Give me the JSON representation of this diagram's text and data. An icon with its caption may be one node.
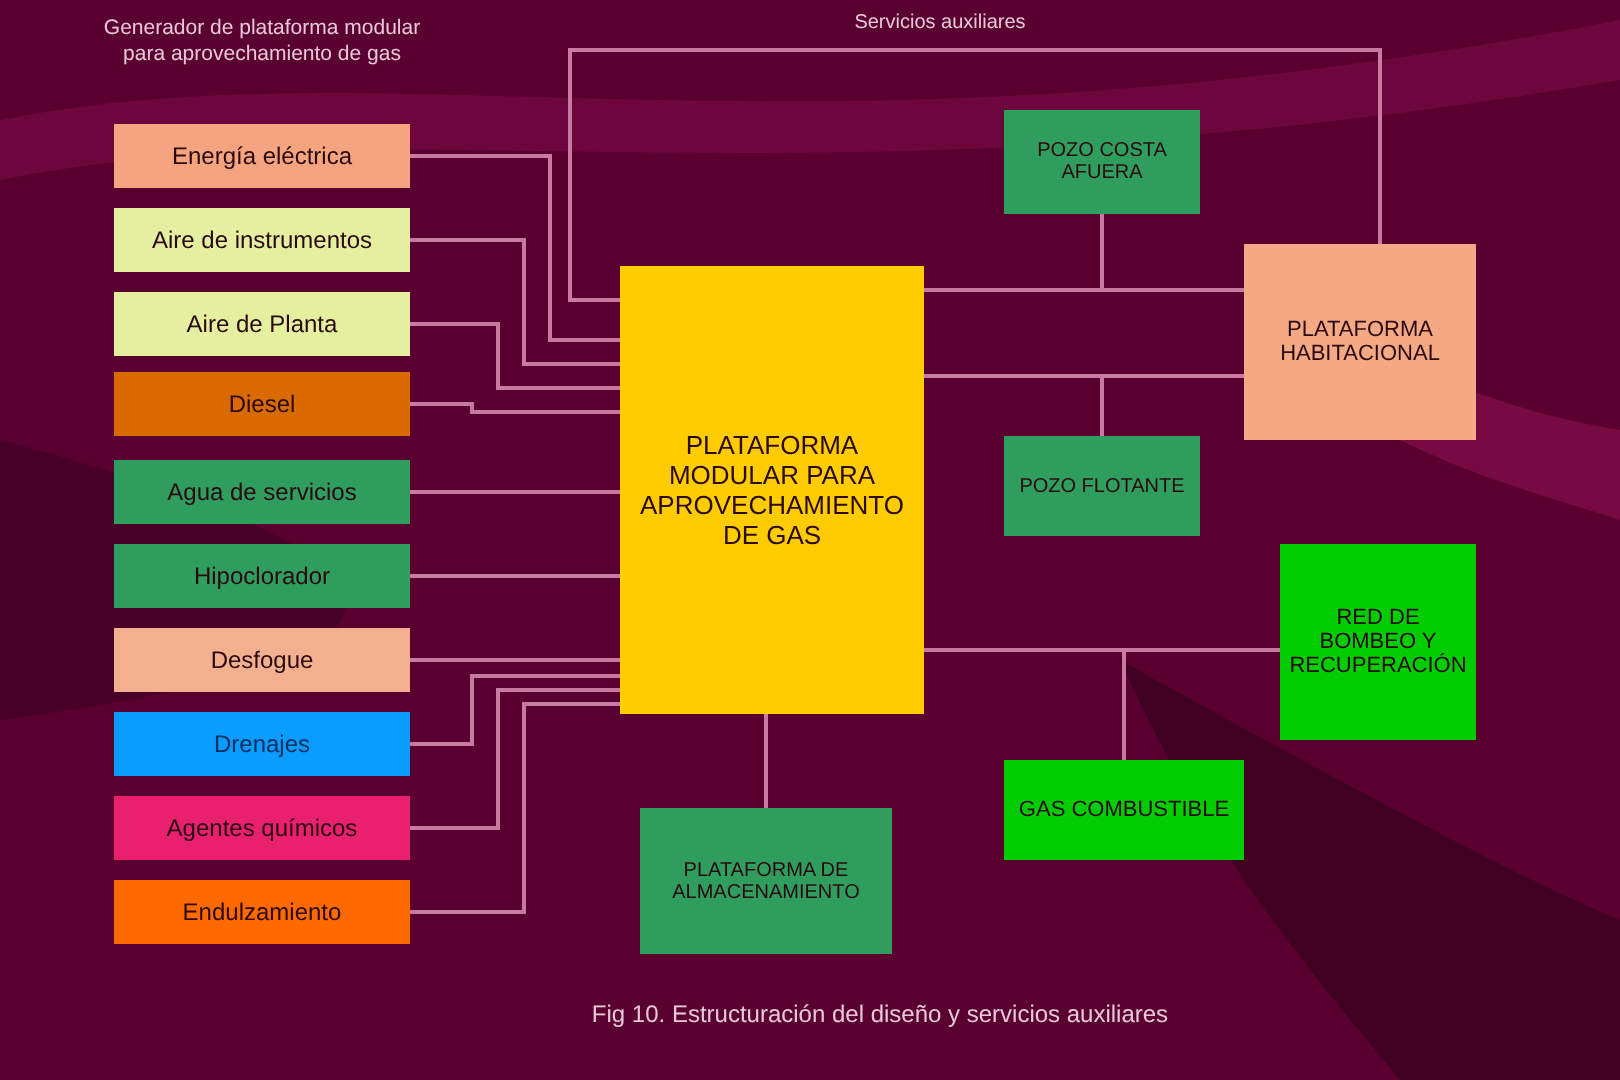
{
  "diagram": {
    "caption": "Fig 10. Estructuración del diseño y servicios auxiliares",
    "nodes": [
      {
        "text": [
          "Energía eléctrica"
        ]
      },
      {
        "text": [
          "Aire de instrumentos"
        ]
      },
      {
        "text": [
          "Aire de Planta"
        ]
      },
      {
        "text": [
          "Diesel"
        ]
      },
      {
        "text": [
          "Agua de servicios"
        ]
      },
      {
        "text": [
          "Hipoclorador"
        ]
      },
      {
        "text": [
          "Desfogue"
        ]
      },
      {
        "text": [
          "Drenajes"
        ]
      },
      {
        "text": [
          "Agentes químicos"
        ]
      },
      {
        "text": [
          "Endulzamiento"
        ]
      },
      {
        "text": [
          "POZO COSTA AFUERA"
        ]
      },
      {
        "text": [
          "PLATAFORMA MODULAR PARA APROVECHAMIENTO DE GAS"
        ]
      },
      {
        "text": [
          "PLATAFORMA HABITACIONAL"
        ]
      },
      {
        "text": [
          "POZO FLOTANTE"
        ]
      },
      {
        "text": [
          "RED DE BOMBEO Y RECUPERACIÓN"
        ]
      },
      {
        "text": [
          "GAS COMBUSTIBLE"
        ]
      },
      {
        "text": [
          "PLATAFORMA DE ALMACENAMIENTO"
        ]
      }
    ],
    "edges": [
      {
        "from": 0,
        "to": 11,
        "arrow": "none"
      },
      {
        "from": 1,
        "to": 11,
        "arrow": "none"
      },
      {
        "from": 2,
        "to": 11,
        "arrow": "none"
      },
      {
        "from": 3,
        "to": 11,
        "arrow": "none"
      },
      {
        "from": 4,
        "to": 11,
        "arrow": "none"
      },
      {
        "from": 5,
        "to": 11,
        "arrow": "none"
      },
      {
        "from": 6,
        "to": 11,
        "arrow": "none"
      },
      {
        "from": 7,
        "to": 11,
        "arrow": "none"
      },
      {
        "from": 8,
        "to": 11,
        "arrow": "none"
      },
      {
        "from": 9,
        "to": 11,
        "arrow": "none"
      },
      {
        "from": 11,
        "to": 12,
        "arrow": "none",
        "label": "Servicios auxiliares"
      },
      {
        "from": 11,
        "to": 12,
        "arrow": "none"
      },
      {
        "from": 10,
        "to": 11,
        "arrow": "none"
      },
      {
        "from": 11,
        "to": 12,
        "arrow": "none"
      },
      {
        "from": 13,
        "to": 11,
        "arrow": "none"
      },
      {
        "from": 11,
        "to": 14,
        "arrow": "none"
      },
      {
        "from": 15,
        "to": 11,
        "arrow": "none"
      },
      {
        "from": 11,
        "to": 16,
        "arrow": "none"
      }
    ],
    "labels": [
      "Generador de plataforma modular para aprovechamiento de gas"
    ]
  }
}
